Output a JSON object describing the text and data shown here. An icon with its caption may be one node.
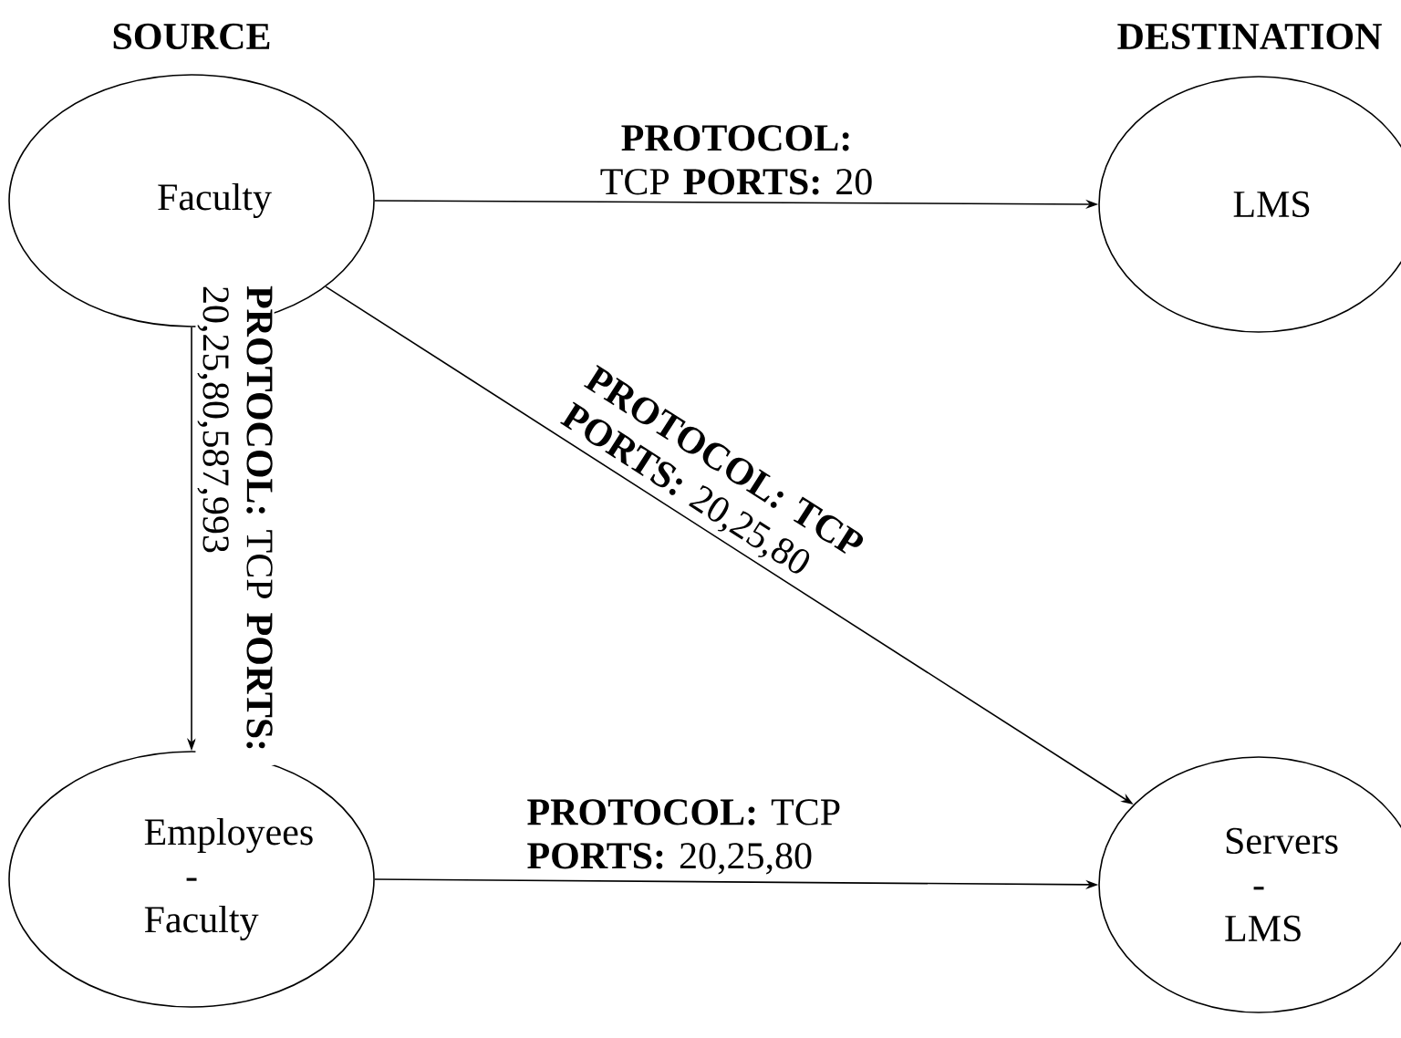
{
  "diagram": {
    "nodes": [
      {
        "text": [
          "Faculty"
        ]
      },
      {
        "text": [
          "LMS"
        ]
      },
      {
        "text": [
          "Employees - Faculty"
        ]
      },
      {
        "text": [
          "Servers - LMS"
        ]
      }
    ],
    "edges": [
      {
        "from": 0,
        "to": 1,
        "arrow": "to",
        "label": "**PROTOCOL:** TCP **PORTS:** 20"
      },
      {
        "from": 0,
        "to": 2,
        "arrow": "to",
        "label": "**PROTOCOL:** TCP **PORTS:** 20,25,80,587,993"
      },
      {
        "from": 0,
        "to": 3,
        "arrow": "to",
        "label": "**PROTOCOL: TCP PORTS:** 20,25,80"
      },
      {
        "from": 2,
        "to": 3,
        "arrow": "to",
        "label": "**PROTOCOL:** TCP **PORTS:** 20,25,80"
      }
    ],
    "labels": [
      "SOURCE",
      "DESTINATION"
    ]
  }
}
